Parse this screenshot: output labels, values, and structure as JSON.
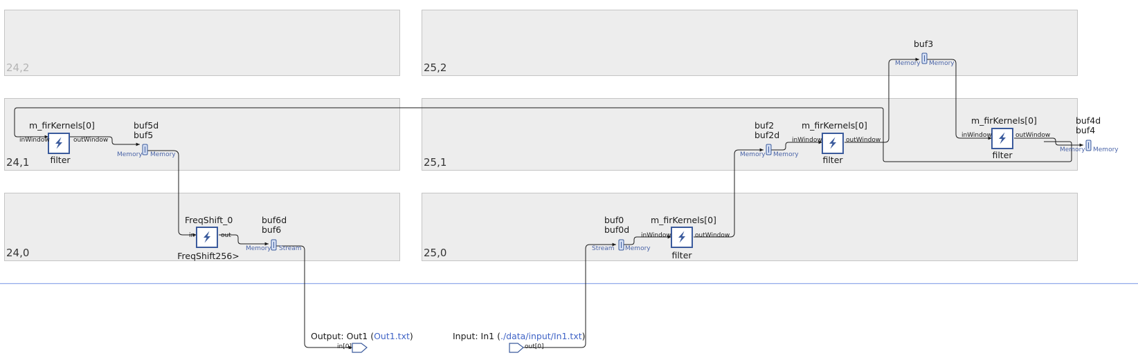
{
  "tiles": [
    {
      "id": "t24_2",
      "label": "24,2"
    },
    {
      "id": "t25_2",
      "label": "25,2"
    },
    {
      "id": "t24_1",
      "label": "24,1"
    },
    {
      "id": "t25_1",
      "label": "25,1"
    },
    {
      "id": "t24_0",
      "label": "24,0"
    },
    {
      "id": "t25_0",
      "label": "25,0"
    }
  ],
  "kernels": [
    {
      "id": "k241",
      "title": "m_firKernels[0]",
      "func": "filter",
      "in_port": "inWindow",
      "out_port": "outWindow"
    },
    {
      "id": "k251",
      "title": "m_firKernels[0]",
      "func": "filter",
      "in_port": "inWindow",
      "out_port": "outWindow"
    },
    {
      "id": "k251b",
      "title": "m_firKernels[0]",
      "func": "filter",
      "in_port": "inWindow",
      "out_port": "outWindow"
    },
    {
      "id": "k240",
      "title": "FreqShift_0",
      "func": "FreqShift256>",
      "in_port": "in",
      "out_port": "out"
    },
    {
      "id": "k250",
      "title": "m_firKernels[0]",
      "func": "filter",
      "in_port": "inWindow",
      "out_port": "outWindow"
    }
  ],
  "buffers": [
    {
      "id": "b5",
      "names": [
        "buf5d",
        "buf5"
      ],
      "left": "Memory",
      "right": "Memory"
    },
    {
      "id": "b3",
      "names": [
        "buf3"
      ],
      "left": "Memory",
      "right": "Memory"
    },
    {
      "id": "b2",
      "names": [
        "buf2",
        "buf2d"
      ],
      "left": "Memory",
      "right": "Memory"
    },
    {
      "id": "b4",
      "names": [
        "buf4d",
        "buf4"
      ],
      "left": "Memory",
      "right": "Memory"
    },
    {
      "id": "b6",
      "names": [
        "buf6d",
        "buf6"
      ],
      "left": "Memory",
      "right": "Stream"
    },
    {
      "id": "b0",
      "names": [
        "buf0",
        "buf0d"
      ],
      "left": "Stream",
      "right": "Memory"
    }
  ],
  "io": {
    "output": {
      "prefix": "Output: Out1 (",
      "file": "Out1.txt",
      "suffix": ")",
      "port": "in[0]"
    },
    "input": {
      "prefix": "Input: In1 (",
      "file": "./data/input/In1.txt",
      "suffix": ")",
      "port": "out[0]"
    }
  },
  "colors": {
    "tile_fill": "#ededed",
    "tile_border": "#c4c4c4",
    "kernel_border": "#3a5a9c",
    "kernel_fill": "#ffffff",
    "icon": "#3a5a9c",
    "buffer_fill": "#d7e1f5",
    "wire": "#1a1a1a",
    "separator": "#8fa9ea",
    "link": "#3f63c6",
    "port_label": "#4a64a8"
  }
}
